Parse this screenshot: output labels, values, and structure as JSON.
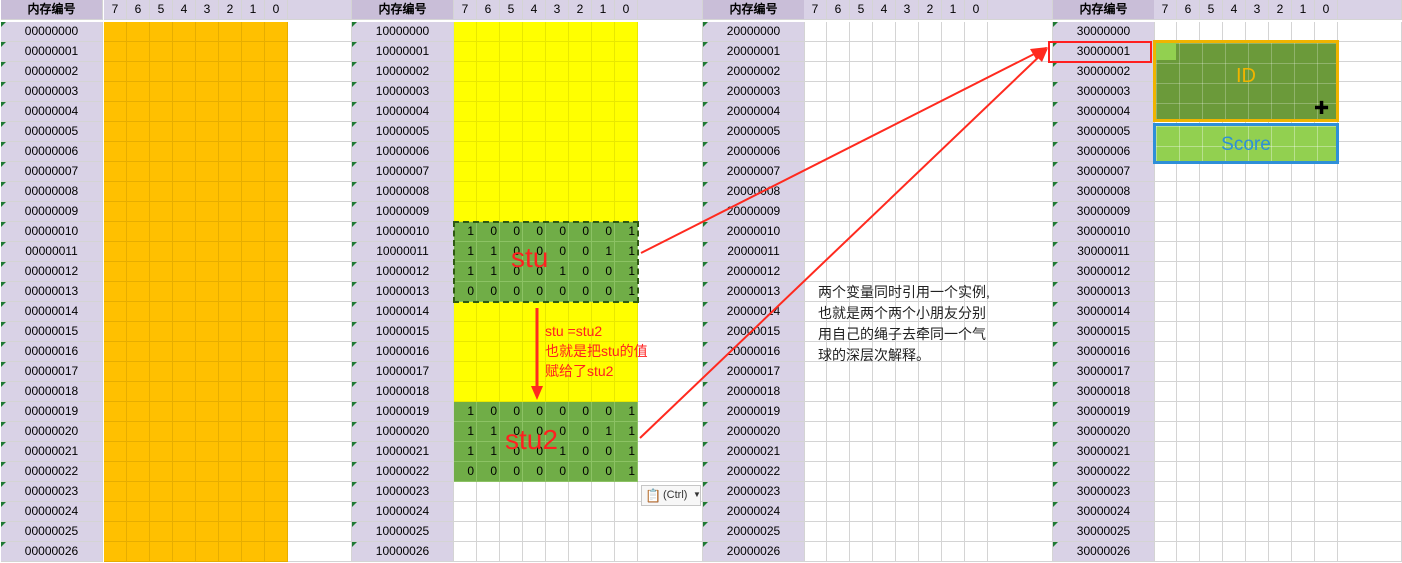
{
  "sheet": {
    "header_label": "内存编号",
    "bit_labels": [
      "7",
      "6",
      "5",
      "4",
      "3",
      "2",
      "1",
      "0"
    ],
    "addresses": {
      "col1": [
        "00000000",
        "00000001",
        "00000002",
        "00000003",
        "00000004",
        "00000005",
        "00000006",
        "00000007",
        "00000008",
        "00000009",
        "00000010",
        "00000011",
        "00000012",
        "00000013",
        "00000014",
        "00000015",
        "00000016",
        "00000017",
        "00000018",
        "00000019",
        "00000020",
        "00000021",
        "00000022",
        "00000023",
        "00000024",
        "00000025",
        "00000026"
      ],
      "col2": [
        "10000000",
        "10000001",
        "10000002",
        "10000003",
        "10000004",
        "10000005",
        "10000006",
        "10000007",
        "10000008",
        "10000009",
        "10000010",
        "10000011",
        "10000012",
        "10000013",
        "10000014",
        "10000015",
        "10000016",
        "10000017",
        "10000018",
        "10000019",
        "10000020",
        "10000021",
        "10000022",
        "10000023",
        "10000024",
        "10000025",
        "10000026"
      ],
      "col3": [
        "20000000",
        "20000001",
        "20000002",
        "20000003",
        "20000004",
        "20000005",
        "20000006",
        "20000007",
        "20000008",
        "20000009",
        "20000010",
        "20000011",
        "20000012",
        "20000013",
        "20000014",
        "20000015",
        "20000016",
        "20000017",
        "20000018",
        "20000019",
        "20000020",
        "20000021",
        "20000022",
        "20000023",
        "20000024",
        "20000025",
        "20000026"
      ],
      "col4": [
        "30000000",
        "30000001",
        "30000002",
        "30000003",
        "30000004",
        "30000005",
        "30000006",
        "30000007",
        "30000008",
        "30000009",
        "30000010",
        "30000011",
        "30000012",
        "30000013",
        "30000014",
        "30000015",
        "30000016",
        "30000017",
        "30000018",
        "30000019",
        "30000020",
        "30000021",
        "30000022",
        "30000023",
        "30000024",
        "30000025",
        "30000026"
      ]
    },
    "stu_bits": [
      [
        "1",
        "0",
        "0",
        "0",
        "0",
        "0",
        "0",
        "1"
      ],
      [
        "1",
        "1",
        "0",
        "0",
        "0",
        "0",
        "1",
        "1"
      ],
      [
        "1",
        "1",
        "0",
        "0",
        "1",
        "0",
        "0",
        "1"
      ],
      [
        "0",
        "0",
        "0",
        "0",
        "0",
        "0",
        "0",
        "1"
      ]
    ],
    "stu2_bits": [
      [
        "1",
        "0",
        "0",
        "0",
        "0",
        "0",
        "0",
        "1"
      ],
      [
        "1",
        "1",
        "0",
        "0",
        "0",
        "0",
        "1",
        "1"
      ],
      [
        "1",
        "1",
        "0",
        "0",
        "1",
        "0",
        "0",
        "1"
      ],
      [
        "0",
        "0",
        "0",
        "0",
        "0",
        "0",
        "0",
        "1"
      ]
    ],
    "colors": {
      "orange": "#ffc000",
      "yellow": "#ffff00",
      "green": "#70ad47",
      "dark_green": "#6b9a3a",
      "light_green": "#92d050",
      "header": "#c9bed8",
      "address_bg": "#d9d2e6",
      "arrow_red": "#ff2a1f",
      "id_border": "#f0b400",
      "score_border": "#2e8fd8"
    }
  },
  "labels": {
    "stu": "stu",
    "stu2": "stu2",
    "assign_line1": "stu =stu2",
    "assign_line2": "也就是把stu的值",
    "assign_line3": "赋给了stu2",
    "explanation_line1": "两个变量同时引用一个实例,",
    "explanation_line2": "也就是两个两个小朋友分别",
    "explanation_line3": "用自己的绳子去牵同一个气",
    "explanation_line4": "球的深层次解释。",
    "id": "ID",
    "score": "Score",
    "paste_ctrl": "(Ctrl)"
  },
  "icons": {
    "paste_options": "clipboard-icon",
    "dropdown": "chevron-down-icon",
    "cursor": "crosshair-cursor-icon"
  }
}
